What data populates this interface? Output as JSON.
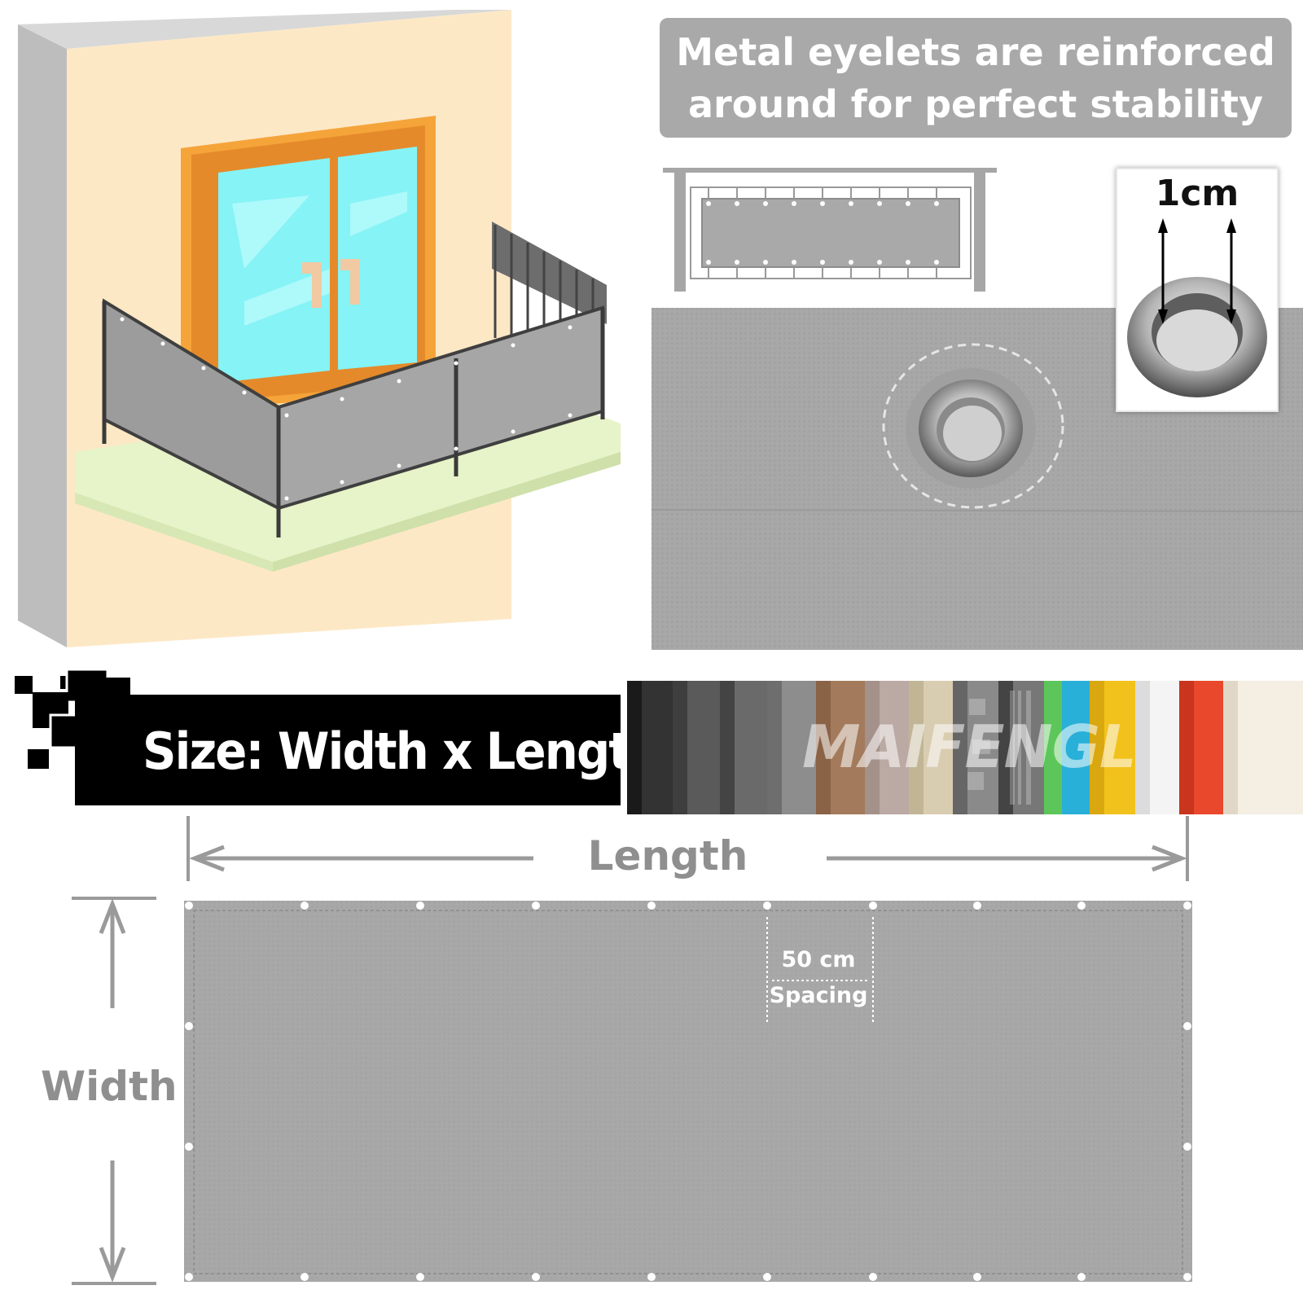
{
  "headline": {
    "line1": "Metal eyelets are reinforced",
    "line2": "around for perfect stability"
  },
  "eyelet_inset": {
    "label": "1cm"
  },
  "size_banner": {
    "label": "Size: Width x Length"
  },
  "brand": {
    "watermark": "MAIFENGL"
  },
  "dimensions": {
    "length_label": "Length",
    "width_label": "Width",
    "spacing_value": "50 cm",
    "spacing_label": "Spacing"
  },
  "colors": {
    "screen_gray": "#a8a8a8",
    "banner_gray": "#a9a9a9",
    "label_gray": "#8f8f8f",
    "swatches": [
      "#2a2a2a",
      "#555555",
      "#666666",
      "#888888",
      "#a07a5c",
      "#b9a9a2",
      "#d9ceb1",
      "#8a8a8a",
      "#777777",
      "#5cc65a",
      "#2ab0d8",
      "#f2c21c",
      "#f4f4f4",
      "#e9482c",
      "#f4eee3"
    ]
  }
}
